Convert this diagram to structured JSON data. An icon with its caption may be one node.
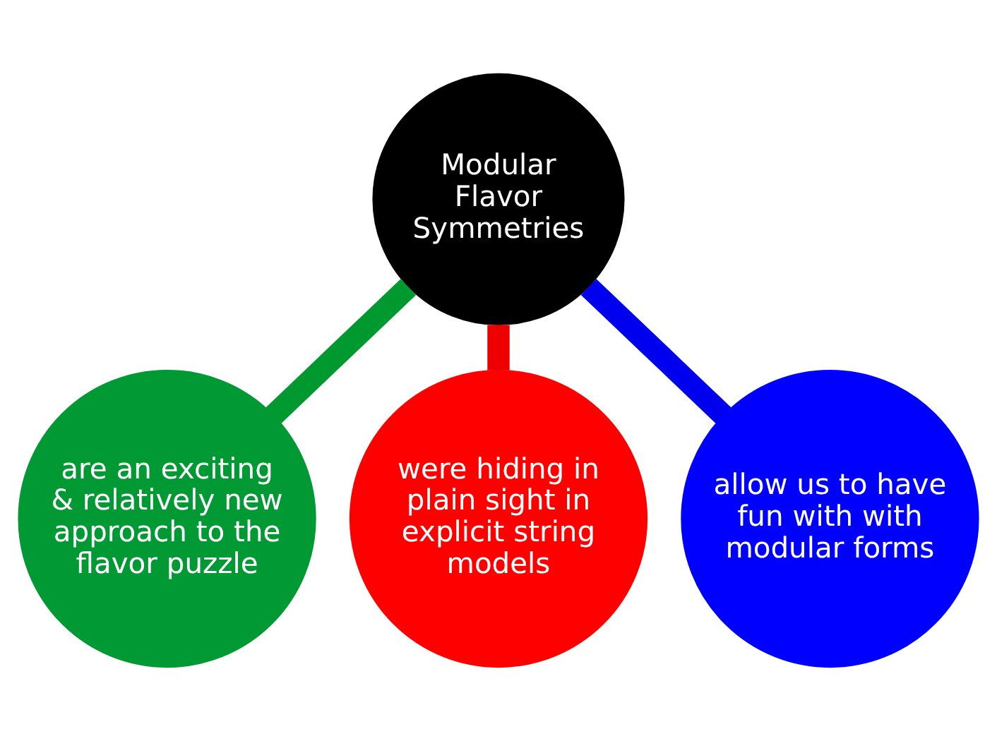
{
  "diagram": {
    "nodes": [
      {
        "text": [
          "Modular Flavor Symmetries"
        ]
      },
      {
        "text": [
          "are an exciting & relatively new approach to the flavor puzzle"
        ]
      },
      {
        "text": [
          "were hiding in plain sight in explicit string models"
        ]
      },
      {
        "text": [
          "allow us to have fun with with modular forms"
        ]
      }
    ],
    "edges": [
      {
        "from": 0,
        "to": 1,
        "arrow": "none",
        "color": "#00992f"
      },
      {
        "from": 0,
        "to": 2,
        "arrow": "none",
        "color": "#ee0000"
      },
      {
        "from": 0,
        "to": 3,
        "arrow": "none",
        "color": "#0000ee"
      }
    ]
  }
}
